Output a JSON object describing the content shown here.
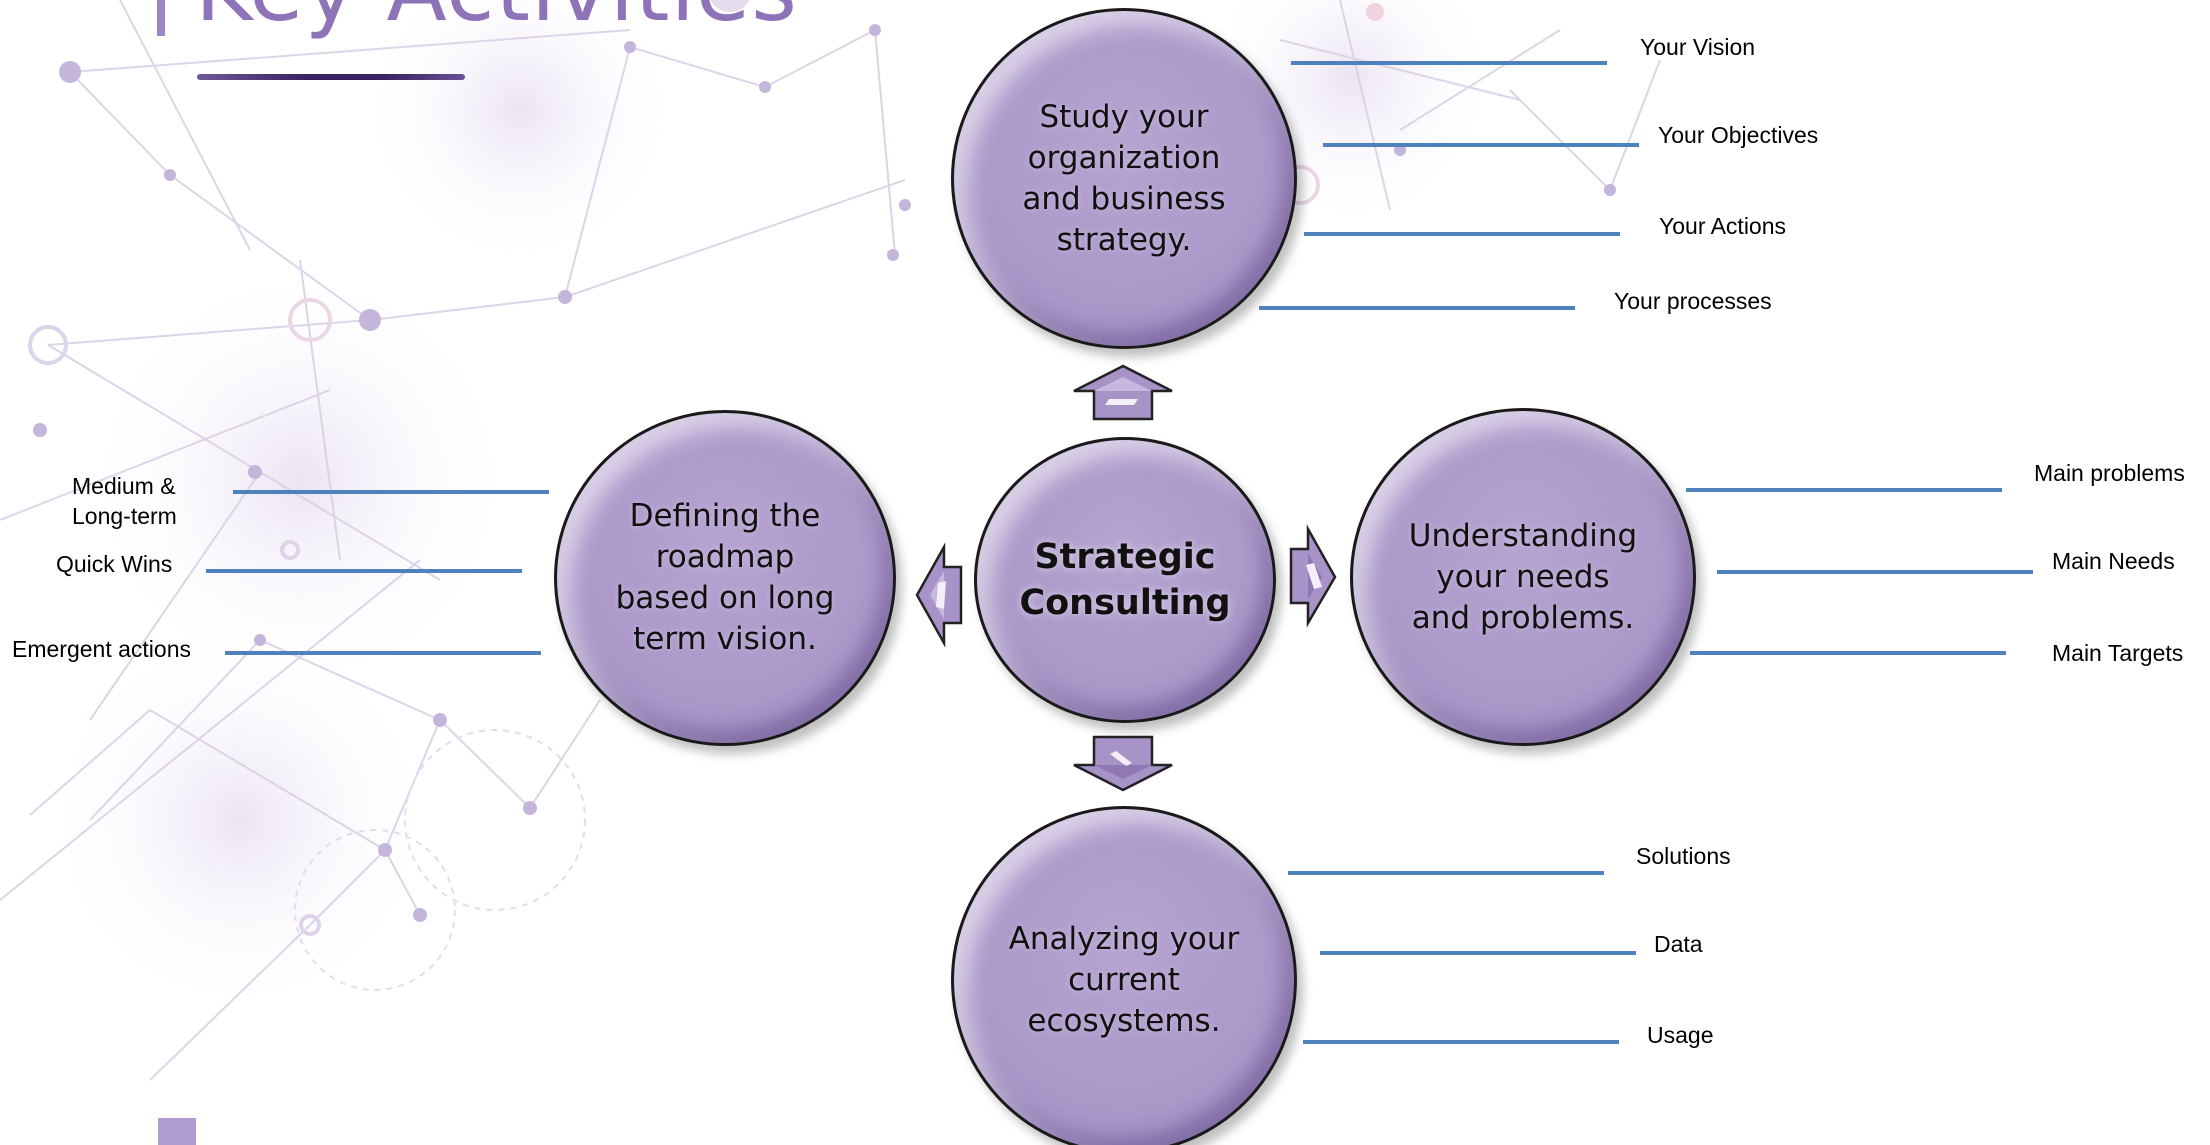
{
  "slide": {
    "title": "Key Activities",
    "accent_color": "#8e73b8",
    "connector_color": "#4f81bd",
    "node_color": "#ab98c9"
  },
  "center_node": {
    "label": "Strategic\nConsulting"
  },
  "nodes": {
    "top": {
      "label": "Study your\norganization\nand  business\nstrategy.",
      "items": [
        "Your Vision",
        "Your Objectives",
        "Your Actions",
        "Your processes"
      ]
    },
    "right": {
      "label": "Understanding\nyour needs\nand problems.",
      "items": [
        "Main problems",
        "Main Needs",
        "Main Targets"
      ]
    },
    "bottom": {
      "label": "Analyzing your\ncurrent\necosystems.",
      "items": [
        "Solutions",
        "Data",
        "Usage"
      ]
    },
    "left": {
      "label": "Defining the\nroadmap\nbased on long\nterm vision.",
      "items": [
        "Medium &\nLong-term",
        "Quick Wins",
        "Emergent actions"
      ]
    }
  },
  "icons": [
    "up-arrow-icon",
    "down-arrow-icon",
    "left-arrow-icon",
    "right-arrow-icon"
  ]
}
